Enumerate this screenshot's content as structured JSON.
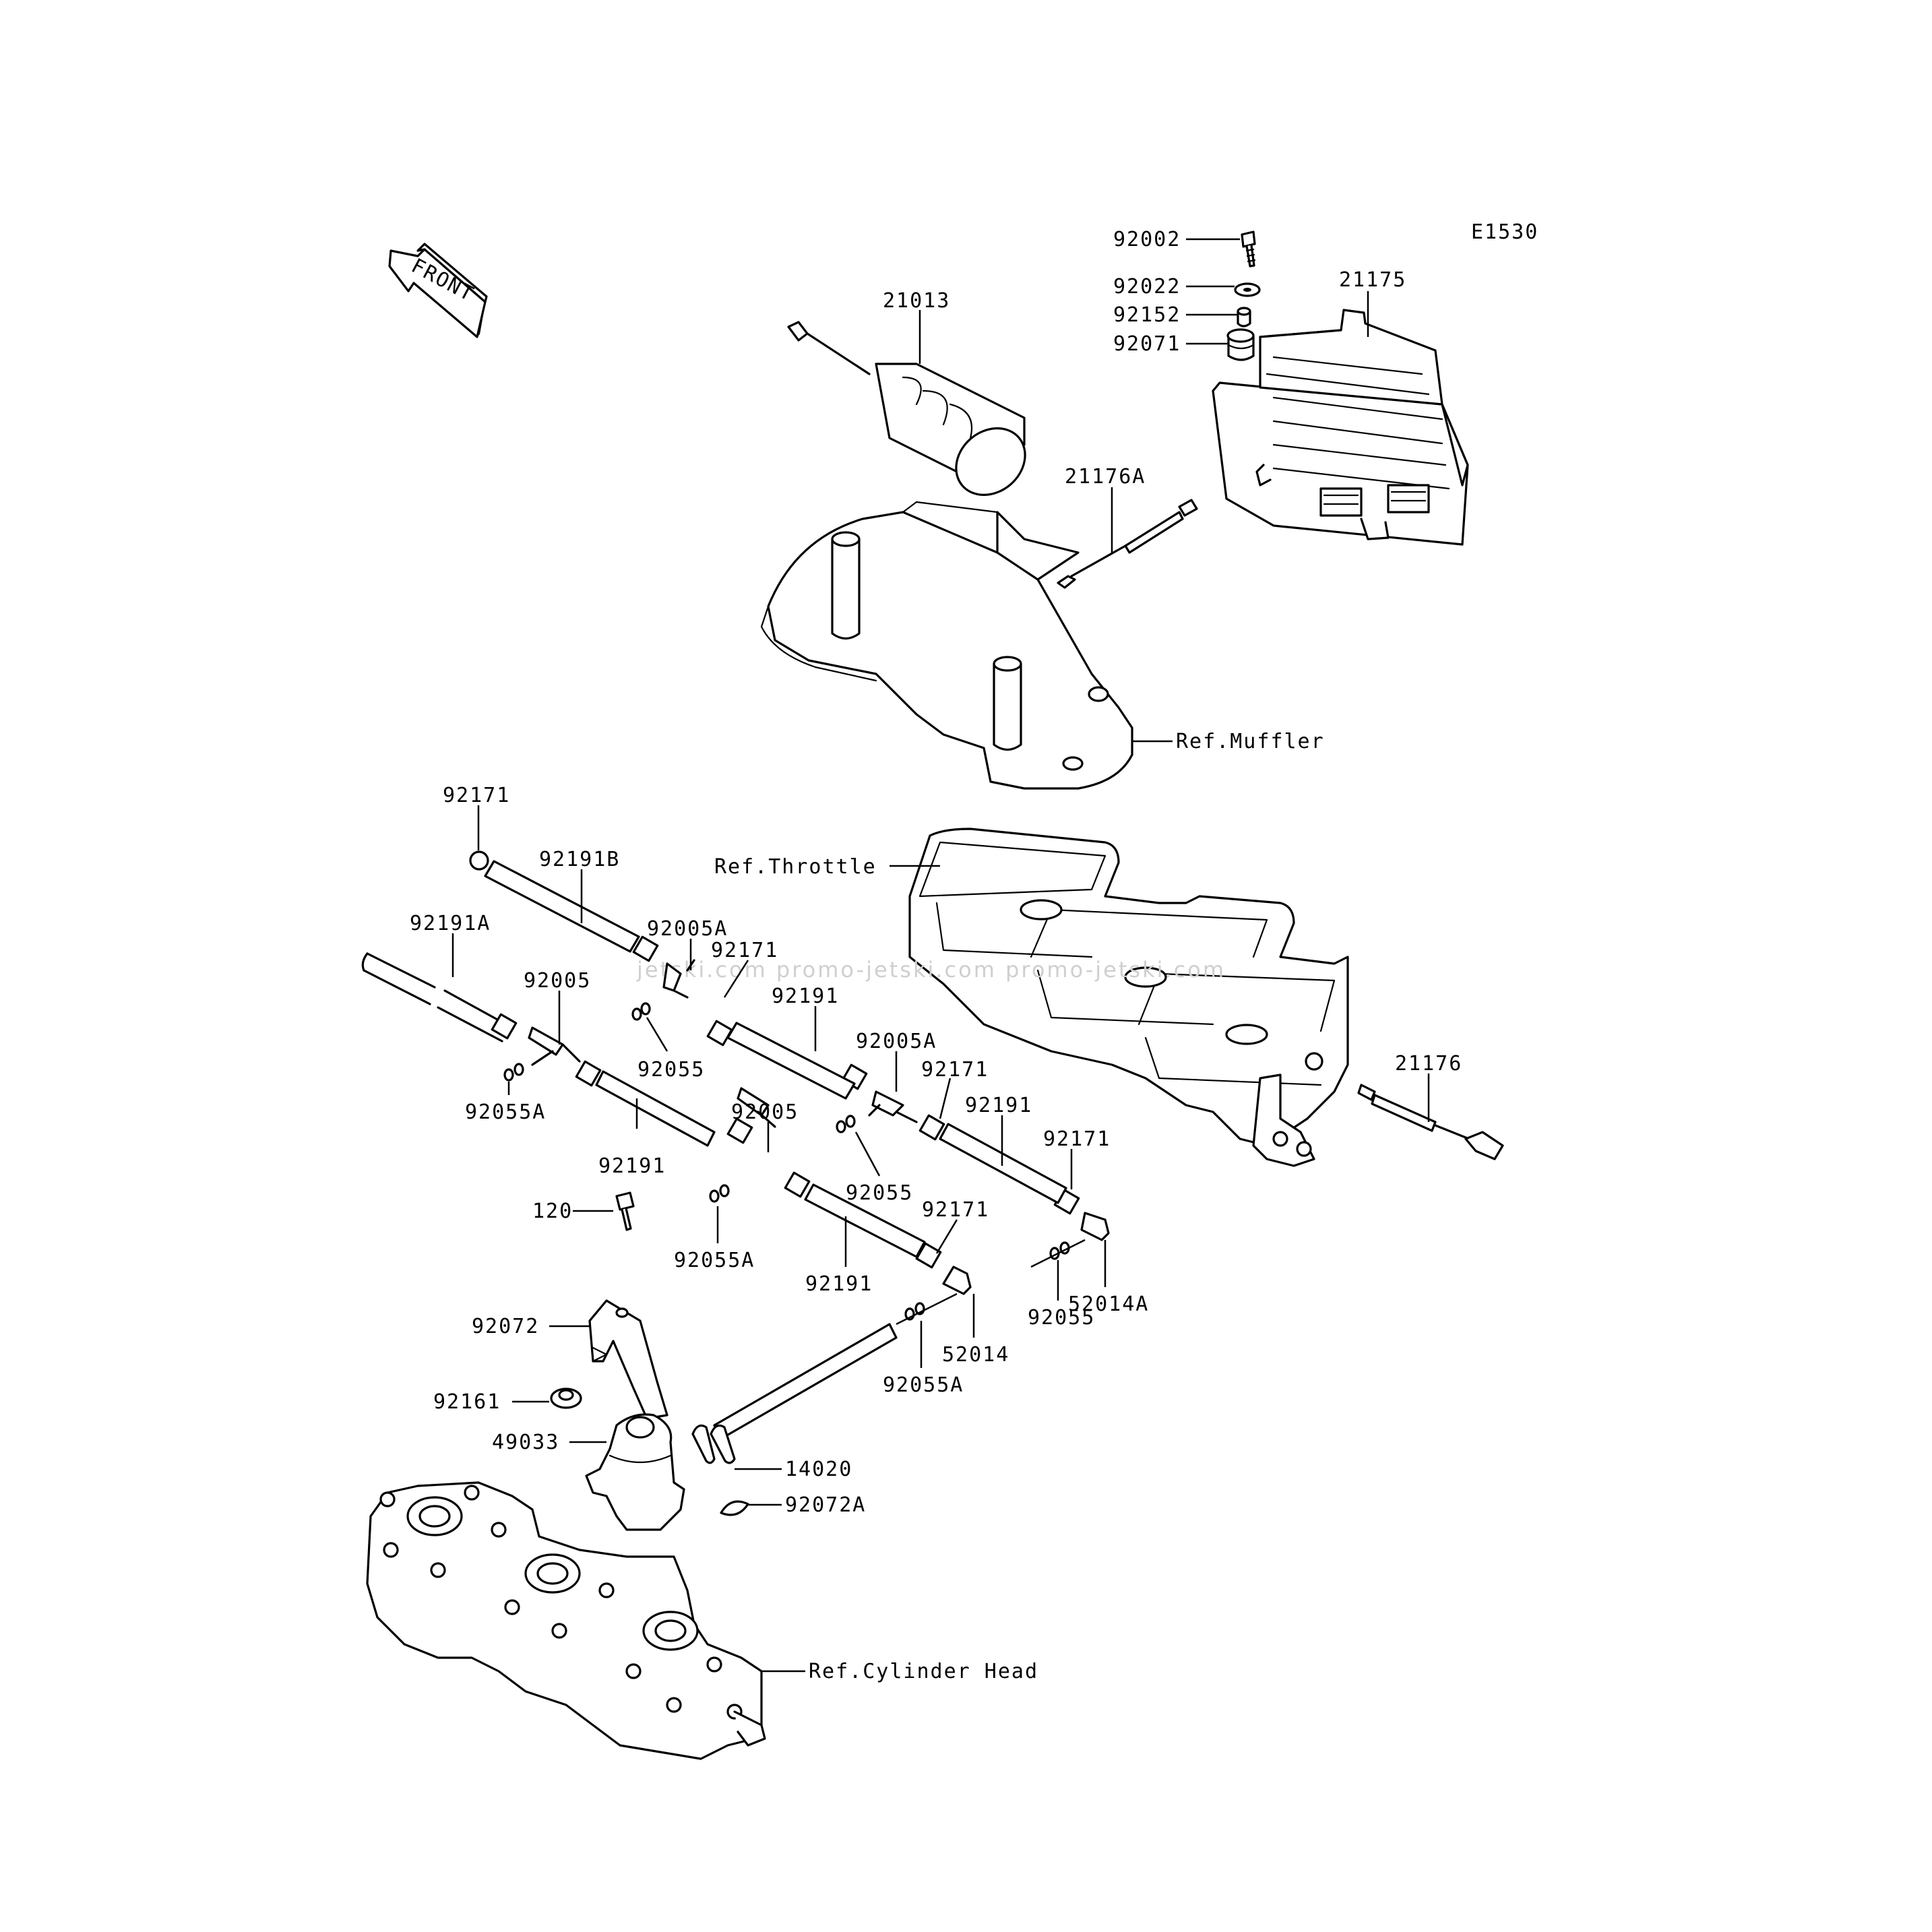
{
  "diagram_code": "E1530",
  "front_label": "FRONT",
  "watermark": "jetski.com  promo-jetski.com  promo-jetski.com",
  "references": {
    "muffler": "Ref.Muffler",
    "throttle": "Ref.Throttle",
    "cylinder_head": "Ref.Cylinder Head"
  },
  "labels": {
    "p92002": "92002",
    "p92022": "92022",
    "p92152": "92152",
    "p92071": "92071",
    "p21175": "21175",
    "p21013": "21013",
    "p21176A": "21176A",
    "p21176": "21176",
    "p92171_a": "92171",
    "p92191B": "92191B",
    "p92191A": "92191A",
    "p92005A_a": "92005A",
    "p92171_b": "92171",
    "p92005_a": "92005",
    "p92191_a": "92191",
    "p92055_a": "92055",
    "p92055A_a": "92055A",
    "p92191_b": "92191",
    "p92005A_b": "92005A",
    "p92171_c": "92171",
    "p92191_c": "92191",
    "p92005_b": "92005",
    "p92055_b": "92055",
    "p92171_d": "92171",
    "p120": "120",
    "p92055A_b": "92055A",
    "p92171_e": "92171",
    "p92191_d": "92191",
    "p52014A": "52014A",
    "p92072": "92072",
    "p52014": "52014",
    "p92055_c": "92055",
    "p92055A_c": "92055A",
    "p92161": "92161",
    "p49033": "49033",
    "p14020": "14020",
    "p92072A": "92072A"
  }
}
